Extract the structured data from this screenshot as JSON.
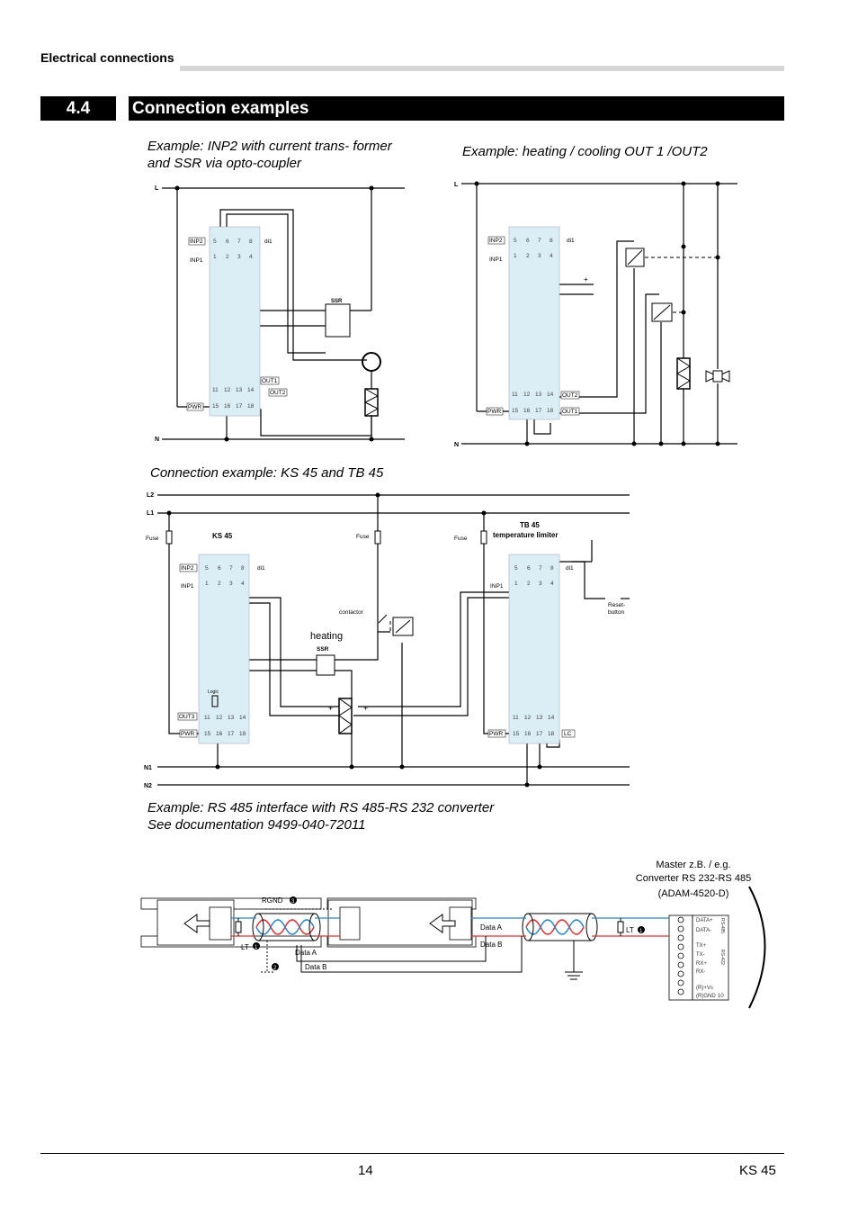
{
  "header": {
    "section_label": "Electrical connections"
  },
  "section": {
    "number": "4.4",
    "title": "Connection examples"
  },
  "captions": {
    "ex1": "Example: INP2 with current trans- former and SSR via opto-coupler",
    "ex2": "Example:  heating / cooling OUT 1 /OUT2",
    "ex3": "Connection example: KS 45 and TB 45",
    "ex4_line1": "Example: RS 485 interface with RS 485-RS 232 converter",
    "ex4_line2": "See documentation 9499-040-72011"
  },
  "labels": {
    "L": "L",
    "N": "N",
    "L1": "L1",
    "L2": "L2",
    "N1": "N1",
    "N2": "N2",
    "inp1": "INP1",
    "inp2": "INP2",
    "out1": "OUT1",
    "out2": "OUT2",
    "out3": "OUT3",
    "pwr": "PWR",
    "di1": "di1",
    "lc": "LC",
    "t5": "5",
    "t6": "6",
    "t7": "7",
    "t8": "8",
    "t1": "1",
    "t2": "2",
    "t3": "3",
    "t4": "4",
    "t11": "11",
    "t12": "12",
    "t13": "13",
    "t14": "14",
    "t15": "15",
    "t16": "16",
    "t17": "17",
    "t18": "18",
    "ssr": "SSR",
    "ks45": "KS 45",
    "tb45": "TB 45",
    "tb45_sub": "temperature limiter",
    "fuse": "Fuse",
    "contactor": "contactor",
    "heating": "heating",
    "logic": "Logic",
    "reset1": "Reset-",
    "reset2": "button",
    "plus": "+",
    "rgnd": "RGND",
    "lt": "LT",
    "data_a": "Data A",
    "data_b": "Data B",
    "master1": "Master z.B. / e.g.",
    "master2": "Converter RS 232-RS 485",
    "master3": "(ADAM-4520-D)",
    "c_data_p": "DATA+",
    "c_data_m": "DATA-",
    "c_tx_p": "TX+",
    "c_tx_m": "TX-",
    "c_rx_p": "RX+",
    "c_rx_m": "RX-",
    "c_vs": "(R)+Vs",
    "c_gnd": "(R)GND",
    "c_10": "10",
    "c_rs485": "RS-485",
    "c_rs422": "RS-422"
  },
  "footer": {
    "page": "14",
    "doc": "KS 45"
  },
  "colors": {
    "module_fill": "#dbeef5",
    "red": "#e0302f",
    "blue": "#2a84c9"
  }
}
